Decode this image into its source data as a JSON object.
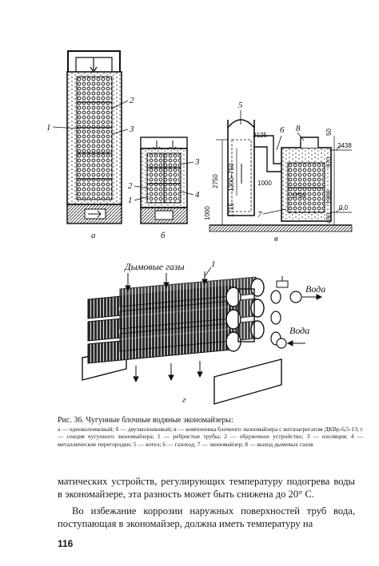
{
  "figure": {
    "labels": {
      "a": "а",
      "b": "б",
      "v": "в",
      "g": "г",
      "n1": "1",
      "n2": "2",
      "n3": "3",
      "n4": "4",
      "n5": "5",
      "n6": "6",
      "n7": "7",
      "n8": "8"
    },
    "gas_label": "Дымовые газы",
    "water_label": "Вода",
    "dimensions": [
      "3125",
      "2750",
      "1200÷750",
      "1715",
      "1000",
      "1750",
      "1000",
      "50",
      "970",
      "2438",
      "1988",
      "450",
      "0,0"
    ]
  },
  "caption": {
    "title": "Рис. 36. Чугунные блочные водяные экономайзеры:",
    "legend": "а — одноколонковый; б — двухколонковый; в — компоновка блочного экономайзера с котлоагрегатом ДКВр-6,5-13; г — секция чугунного экономайзера; 1 — ребристые трубы; 2 — обдувочное устройство; 3 — изоляция; 4 — металлические перегородки; 5 — котел; 6 — газоход; 7 — экономайзер; 8 — выход дымовых газов"
  },
  "body": {
    "paragraph1": "матических устройств, регулирующих температуру подогрева воды в экономайзере, эта разность может быть снижена до 20° С.",
    "paragraph2": "Во избежание коррозии наружных поверхностей труб вода, поступающая в экономайзер, должна иметь температуру на"
  },
  "page_number": "116"
}
